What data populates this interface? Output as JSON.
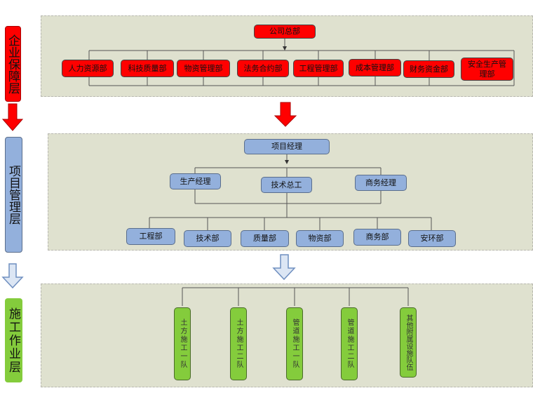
{
  "layers": [
    {
      "label": "企业保障层",
      "color": "#ff0000"
    },
    {
      "label": "项目管理层",
      "color": "#93b0dc"
    },
    {
      "label": "施工作业层",
      "color": "#84cc3c"
    }
  ],
  "enterprise": {
    "hq": "公司总部",
    "departments": [
      "人力资源部",
      "科技质量部",
      "物资管理部",
      "法务合约部",
      "工程管理部",
      "成本管理部",
      "财务资金部",
      "安全生产管理部"
    ]
  },
  "project": {
    "manager": "项目经理",
    "deputies": [
      "生产经理",
      "技术总工",
      "商务经理"
    ],
    "departments": [
      "工程部",
      "技术部",
      "质量部",
      "物资部",
      "商务部",
      "安环部"
    ]
  },
  "construction": {
    "teams": [
      "土方施工一队",
      "土方施工二队",
      "管道施工一队",
      "管道施工二队",
      "其他附属设施队伍"
    ]
  }
}
